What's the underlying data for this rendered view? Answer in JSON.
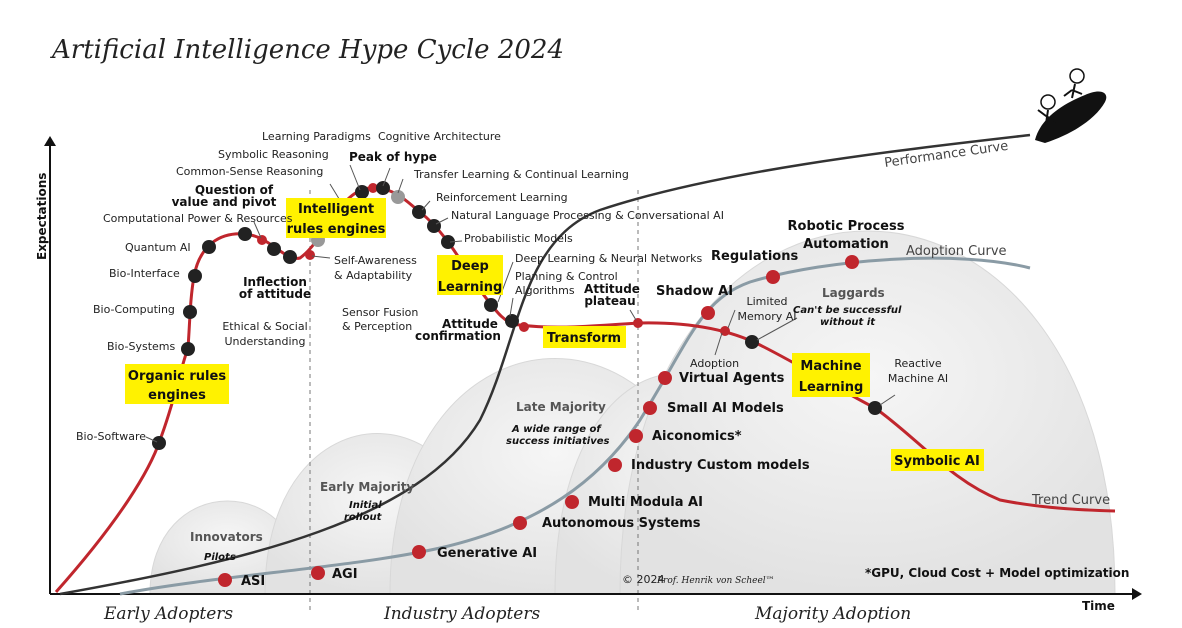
{
  "title": "Artificial Intelligence Hype Cycle 2024",
  "axes": {
    "y_label": "Expectations",
    "x_label": "Time"
  },
  "phases": [
    "Early Adopters",
    "Industry Adopters",
    "Majority Adoption"
  ],
  "adoption_groups": {
    "innovators": {
      "name": "Innovators",
      "sub": "Pilots"
    },
    "early_majority": {
      "name": "Early Majority",
      "sub1": "Initial",
      "sub2": "rollout"
    },
    "late_majority": {
      "name": "Late Majority",
      "sub1": "A wide range of",
      "sub2": "success initiatives"
    },
    "laggards": {
      "name": "Laggards",
      "sub1": "Can't be successful",
      "sub2": "without it"
    }
  },
  "curve_labels": {
    "performance": "Performance Curve",
    "adoption": "Adoption Curve",
    "trend": "Trend Curve"
  },
  "stages": {
    "organic1": "Organic rules",
    "organic2": "engines",
    "intelligent1": "Intelligent",
    "intelligent2": "rules engines",
    "deep1": "Deep",
    "deep2": "Learning",
    "transform": "Transform",
    "ml1": "Machine",
    "ml2": "Learning",
    "symbolic": "Symbolic AI"
  },
  "hype_points": {
    "bio_software": "Bio-Software",
    "bio_systems": "Bio-Systems",
    "bio_computing": "Bio-Computing",
    "bio_interface": "Bio-Interface",
    "quantum_ai": "Quantum AI",
    "computational_power": "Computational Power & Resources",
    "question1": "Question of",
    "question2": "value and pivot",
    "common_sense": "Common-Sense Reasoning",
    "symbolic_reasoning": "Symbolic Reasoning",
    "learning_paradigms": "Learning Paradigms",
    "cognitive_architecture": "Cognitive Architecture",
    "peak": "Peak of hype",
    "transfer_learning": "Transfer Learning & Continual Learning",
    "reinforcement": "Reinforcement Learning",
    "nlp": "Natural Language Processing & Conversational AI",
    "probabilistic": "Probabilistic Models",
    "deep_neural": "Deep Learning & Neural Networks",
    "planning1": "Planning & Control",
    "planning2": "Algorithms",
    "self_awareness1": "Self-Awareness",
    "self_awareness2": "& Adaptability",
    "inflection1": "Inflection",
    "inflection2": "of attitude",
    "ethical1": "Ethical & Social",
    "ethical2": "Understanding",
    "sensor1": "Sensor Fusion",
    "sensor2": "& Perception",
    "attitude_conf1": "Attitude",
    "attitude_conf2": "confirmation",
    "attitude_plateau1": "Attitude",
    "attitude_plateau2": "plateau",
    "reactive1": "Reactive",
    "reactive2": "Machine AI",
    "limited1": "Limited",
    "limited2": "Memory AI"
  },
  "adoption_points": {
    "asi": "ASI",
    "agi": "AGI",
    "generative": "Generative AI",
    "autonomous": "Autonomous Systems",
    "multi_modula": "Multi Modula AI",
    "industry_custom": "Industry Custom models",
    "aiconomics": "Aiconomics*",
    "small_models": "Small AI Models",
    "virtual_agents": "Virtual Agents",
    "adoption": "Adoption",
    "shadow_ai": "Shadow AI",
    "regulations": "Regulations",
    "rpa1": "Robotic Process",
    "rpa2": "Automation"
  },
  "footnote": "*GPU, Cloud Cost + Model optimization",
  "copyright_prefix": "© 2024",
  "copyright_name": "Prof. Henrik von Scheel™",
  "colors": {
    "red": "#c0262d",
    "dark": "#222222",
    "highlight": "#fff200",
    "adoption_curve": "#8a9ba5",
    "performance_curve": "#333333"
  }
}
